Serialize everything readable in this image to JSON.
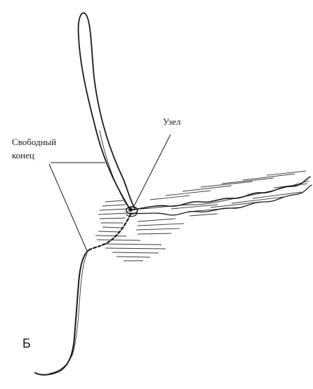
{
  "labels": {
    "free_end_line1": "Свободный",
    "free_end_line2": "конец",
    "knot": "Узел",
    "panel": "Б"
  }
}
